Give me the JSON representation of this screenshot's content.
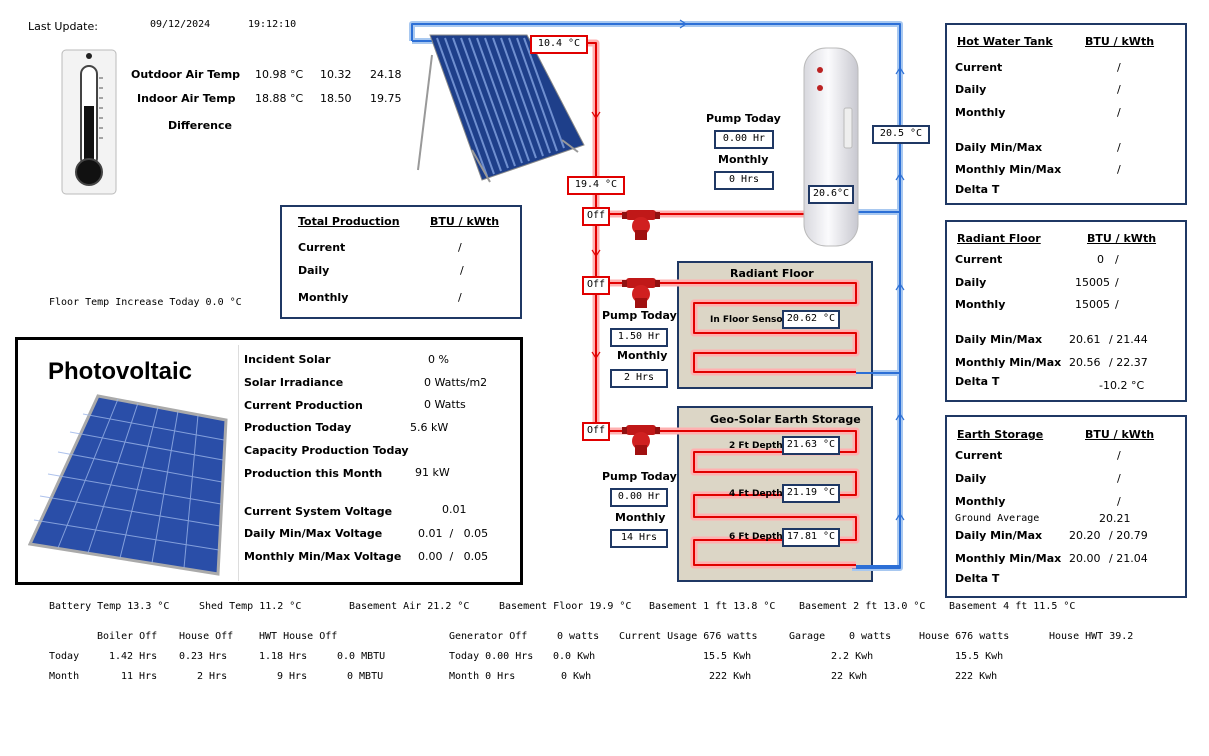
{
  "header": {
    "last_update_label": "Last Update:",
    "date": "09/12/2024",
    "time": "19:12:10"
  },
  "temps": {
    "outdoor_label": "Outdoor Air Temp",
    "outdoor": "10.98 °C",
    "outdoor_min": "10.32",
    "outdoor_max": "24.18",
    "indoor_label": "Indoor Air Temp",
    "indoor": "18.88 °C",
    "indoor_min": "18.50",
    "indoor_max": "19.75",
    "difference_label": "Difference"
  },
  "floor_increase": "Floor Temp Increase Today  0.0 °C",
  "collector": {
    "top_temp": "10.4 °C",
    "out_temp": "19.4 °C"
  },
  "tank_temps": {
    "tank_sensor": "20.6°C",
    "return_temp": "20.5 °C"
  },
  "pump_tank": {
    "status": "Off",
    "today_label": "Pump Today",
    "today": "0.00 Hr",
    "monthly_label": "Monthly",
    "monthly": "0 Hrs"
  },
  "pump_floor": {
    "status": "Off",
    "today_label": "Pump Today",
    "today": "1.50 Hr",
    "monthly_label": "Monthly",
    "monthly": "2 Hrs"
  },
  "pump_earth": {
    "status": "Off",
    "today_label": "Pump Today",
    "today": "0.00 Hr",
    "monthly_label": "Monthly",
    "monthly": "14 Hrs"
  },
  "total_production": {
    "title": "Total Production",
    "units": "BTU  /  kWth",
    "rows": [
      {
        "label": "Current",
        "value": "/"
      },
      {
        "label": "Daily",
        "value": "/"
      },
      {
        "label": "Monthly",
        "value": "/"
      }
    ]
  },
  "radiant_zone": {
    "title": "Radiant Floor",
    "sensor_label": "In Floor Sensor",
    "sensor": "20.62 °C"
  },
  "earth_zone": {
    "title": "Geo-Solar Earth Storage",
    "depths": [
      {
        "label": "2 Ft Depth",
        "value": "21.63 °C"
      },
      {
        "label": "4 Ft Depth",
        "value": "21.19 °C"
      },
      {
        "label": "6 Ft Depth",
        "value": "17.81 °C"
      }
    ]
  },
  "hot_water_panel": {
    "title": "Hot Water Tank",
    "units": "BTU  /  kWth",
    "current_label": "Current",
    "current": "/",
    "daily_label": "Daily",
    "daily": "/",
    "monthly_label": "Monthly",
    "monthly": "/",
    "daily_mm_label": "Daily Min/Max",
    "daily_mm": "/",
    "monthly_mm_label": "Monthly Min/Max",
    "monthly_mm": "/",
    "delta_label": "Delta T"
  },
  "radiant_panel": {
    "title": "Radiant Floor",
    "units": "BTU  /  kWth",
    "current_label": "Current",
    "current_a": "0",
    "current_b": "/",
    "daily_label": "Daily",
    "daily_a": "15005",
    "daily_b": "/",
    "monthly_label": "Monthly",
    "monthly_a": "15005",
    "monthly_b": "/",
    "daily_mm_label": "Daily Min/Max",
    "daily_min": "20.61",
    "daily_max": "/  21.44",
    "monthly_mm_label": "Monthly Min/Max",
    "monthly_min": "20.56",
    "monthly_max": "/  22.37",
    "delta_label": "Delta T",
    "delta": "-10.2 °C"
  },
  "earth_panel": {
    "title": "Earth Storage",
    "units": "BTU  /  kWth",
    "current_label": "Current",
    "current": "/",
    "daily_label": "Daily",
    "daily": "/",
    "monthly_label": "Monthly",
    "monthly": "/",
    "ground_label": "Ground Average",
    "ground": "20.21",
    "daily_mm_label": "Daily Min/Max",
    "daily_min": "20.20",
    "daily_max": "/  20.79",
    "monthly_mm_label": "Monthly Min/Max",
    "monthly_min": "20.00",
    "monthly_max": "/  21.04",
    "delta_label": "Delta T"
  },
  "pv": {
    "title": "Photovoltaic",
    "rows": [
      {
        "label": "Incident Solar",
        "value": "0 %"
      },
      {
        "label": "Solar Irradiance",
        "value": "0 Watts/m2"
      },
      {
        "label": "Current Production",
        "value": "0 Watts"
      },
      {
        "label": "Production Today",
        "value": "5.6 kW"
      },
      {
        "label": "Capacity Production Today",
        "value": ""
      },
      {
        "label": "Production this Month",
        "value": "91 kW"
      },
      {
        "label": "Current System Voltage",
        "value": "0.01"
      },
      {
        "label": "Daily Min/Max Voltage",
        "value": "0.01  /   0.05"
      },
      {
        "label": "Monthly Min/Max  Voltage",
        "value": "0.00  /   0.05"
      }
    ]
  },
  "temps_row": {
    "battery": "Battery Temp 13.3 °C",
    "shed": "Shed Temp 11.2 °C",
    "basement_air": "Basement Air 21.2 °C",
    "basement_floor": "Basement Floor 19.9 °C",
    "basement_1ft": "Basement 1 ft 13.8 °C",
    "basement_2ft": "Basement 2 ft 13.0 °C",
    "basement_4ft": "Basement 4 ft 11.5 °C"
  },
  "energy": {
    "h_boiler": "Boiler Off",
    "h_house": "House Off",
    "h_hwt": "HWT House Off",
    "today_label": "Today",
    "t_boiler": "1.42 Hrs",
    "t_house": "0.23 Hrs",
    "t_hwt": "1.18 Hrs",
    "t_mbtu": "0.0 MBTU",
    "month_label": "Month",
    "m_boiler": "11 Hrs",
    "m_house": "2 Hrs",
    "m_hwt": "9 Hrs",
    "m_mbtu": "0 MBTU",
    "h_generator": "Generator Off",
    "h_gen_watts": "0 watts",
    "h_usage": "Current Usage  676 watts",
    "h_garage": "Garage",
    "h_garage_watts": "0 watts",
    "h_house2": "House  676 watts",
    "h_house_hwt": "House HWT 39.2",
    "t_gen": "Today 0.00 Hrs",
    "t_gen_kwh": "0.0 Kwh",
    "t_usage": "15.5 Kwh",
    "t_garage": "2.2 Kwh",
    "t_house2": "15.5 Kwh",
    "m_gen": "Month   0 Hrs",
    "m_gen_kwh": "0 Kwh",
    "m_usage": "222 Kwh",
    "m_garage": "22 Kwh",
    "m_house2": "222 Kwh"
  }
}
